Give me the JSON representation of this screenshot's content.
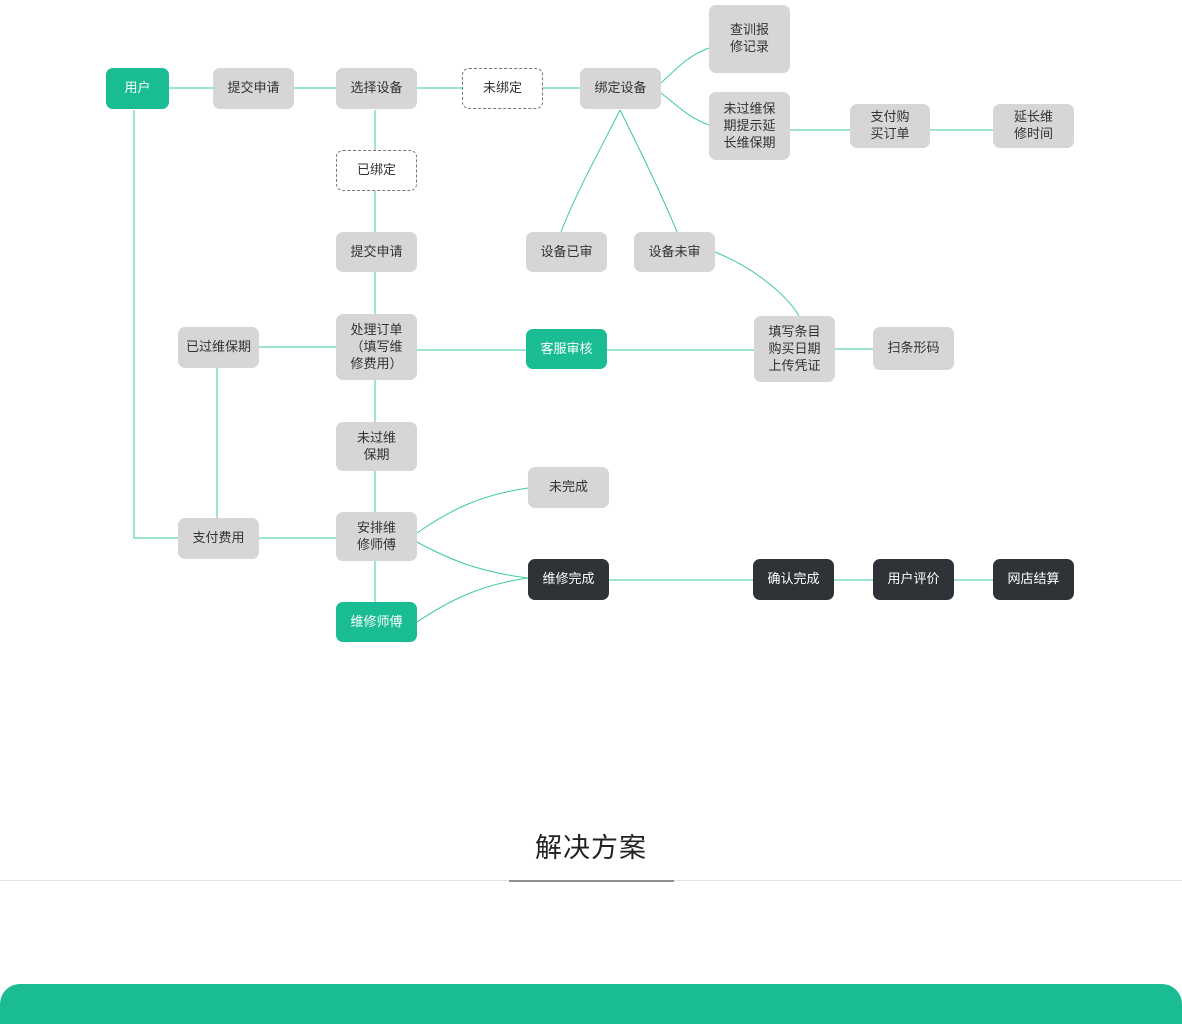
{
  "diagram": {
    "nodes": {
      "user": "用户",
      "submit_request_1": "提交申请",
      "select_device": "选择设备",
      "unbound": "未绑定",
      "bind_device": "绑定设备",
      "query_records": "查训报\n修记录",
      "not_expired_prompt": "未过维保\n期提示延\n长维保期",
      "pay_purchase": "支付购\n买订单",
      "extend_time": "延长维\n修时间",
      "bound": "已绑定",
      "submit_request_2": "提交申请",
      "device_reviewed": "设备已审",
      "device_not_reviewed": "设备未审",
      "expired_warranty": "已过维保期",
      "process_order": "处理订单\n（填写维\n修费用）",
      "cs_review": "客服审核",
      "fill_purchase_info": "填写条目\n购买日期\n上传凭证",
      "scan_barcode": "扫条形码",
      "not_expired_warranty": "未过维\n保期",
      "not_completed": "未完成",
      "pay_fee": "支付费用",
      "arrange_technician": "安排维\n修师傅",
      "repair_done": "维修完成",
      "confirm_done": "确认完成",
      "user_review": "用户评价",
      "shop_settlement": "网店结算",
      "technician": "维修师傅"
    }
  },
  "section": {
    "title": "解决方案"
  },
  "colors": {
    "accent": "#1abc94",
    "node_gray": "#d6d6d6",
    "node_dark": "#2f3337",
    "connector": "#3ec9a2"
  }
}
